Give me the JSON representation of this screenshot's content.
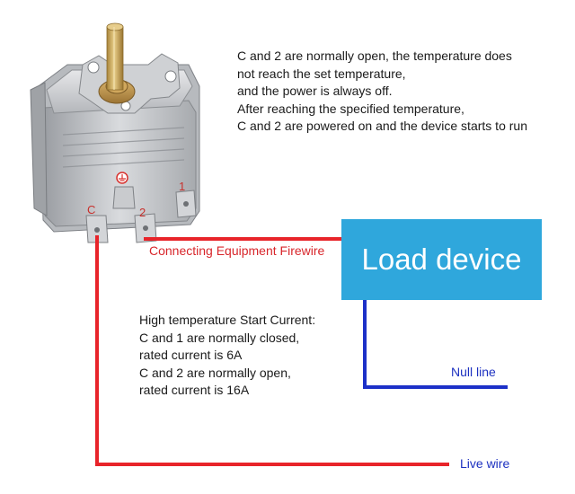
{
  "top_note": {
    "lines": [
      "C and 2 are normally open, the temperature does",
      "not reach the set temperature,",
      "and the power is always off.",
      "After reaching the specified temperature,",
      "C and 2 are powered on and the device starts to run"
    ]
  },
  "current_note": {
    "lines": [
      "High temperature Start Current:",
      "C and 1 are normally closed,",
      "rated current is 6A",
      "C and 2 are normally open,",
      "rated current is 16A"
    ]
  },
  "load_device": {
    "label": "Load device",
    "color": "#2fa7dc"
  },
  "wires": {
    "firewire": {
      "label": "Connecting Equipment Firewire",
      "color": "#e8242a"
    },
    "null_line": {
      "label": "Null line",
      "color": "#1c30c8"
    },
    "live_wire": {
      "label": "Live wire",
      "color": "#e8242a"
    }
  },
  "thermostat": {
    "terminals": {
      "c": "C",
      "two": "2",
      "one": "1"
    },
    "ground_symbol": "ground-symbol"
  }
}
